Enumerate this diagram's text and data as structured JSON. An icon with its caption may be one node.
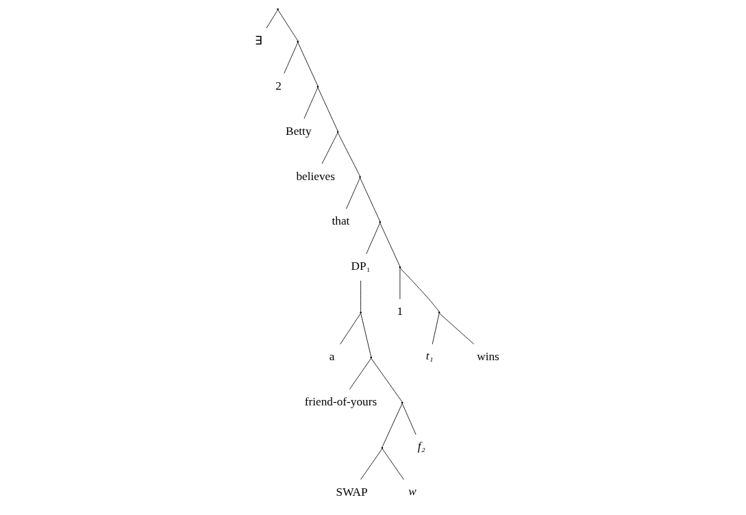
{
  "diagram": {
    "nodes": [
      {
        "text": [],
        "shape": "point"
      },
      {
        "text": [
          "∃"
        ]
      },
      {
        "text": [],
        "shape": "point"
      },
      {
        "text": [
          "2"
        ]
      },
      {
        "text": [],
        "shape": "point"
      },
      {
        "text": [
          "Betty"
        ]
      },
      {
        "text": [],
        "shape": "point"
      },
      {
        "text": [
          "believes"
        ]
      },
      {
        "text": [],
        "shape": "point"
      },
      {
        "text": [
          "that"
        ]
      },
      {
        "text": [],
        "shape": "point"
      },
      {
        "text": [
          "DP₁"
        ]
      },
      {
        "text": [],
        "shape": "point"
      },
      {
        "text": [
          "a"
        ]
      },
      {
        "text": [],
        "shape": "point"
      },
      {
        "text": [
          "friend-of-yours"
        ]
      },
      {
        "text": [],
        "shape": "point"
      },
      {
        "text": [],
        "shape": "point"
      },
      {
        "text": [
          "SWAP"
        ]
      },
      {
        "text": [
          "w"
        ]
      },
      {
        "text": [
          "f₂"
        ]
      },
      {
        "text": [],
        "shape": "point"
      },
      {
        "text": [
          "1"
        ]
      },
      {
        "text": [],
        "shape": "point"
      },
      {
        "text": [
          "t₁"
        ]
      },
      {
        "text": [
          "wins"
        ]
      }
    ],
    "edges": [
      {
        "from": 0,
        "to": 1,
        "arrow": "none"
      },
      {
        "from": 0,
        "to": 2,
        "arrow": "none"
      },
      {
        "from": 2,
        "to": 3,
        "arrow": "none"
      },
      {
        "from": 2,
        "to": 4,
        "arrow": "none"
      },
      {
        "from": 4,
        "to": 5,
        "arrow": "none"
      },
      {
        "from": 4,
        "to": 6,
        "arrow": "none"
      },
      {
        "from": 6,
        "to": 7,
        "arrow": "none"
      },
      {
        "from": 6,
        "to": 8,
        "arrow": "none"
      },
      {
        "from": 8,
        "to": 9,
        "arrow": "none"
      },
      {
        "from": 8,
        "to": 10,
        "arrow": "none"
      },
      {
        "from": 10,
        "to": 11,
        "arrow": "none"
      },
      {
        "from": 10,
        "to": 21,
        "arrow": "none"
      },
      {
        "from": 11,
        "to": 12,
        "arrow": "none"
      },
      {
        "from": 12,
        "to": 13,
        "arrow": "none"
      },
      {
        "from": 12,
        "to": 14,
        "arrow": "none"
      },
      {
        "from": 14,
        "to": 15,
        "arrow": "none"
      },
      {
        "from": 14,
        "to": 16,
        "arrow": "none"
      },
      {
        "from": 16,
        "to": 17,
        "arrow": "none"
      },
      {
        "from": 16,
        "to": 20,
        "arrow": "none"
      },
      {
        "from": 17,
        "to": 18,
        "arrow": "none"
      },
      {
        "from": 17,
        "to": 19,
        "arrow": "none"
      },
      {
        "from": 21,
        "to": 22,
        "arrow": "none"
      },
      {
        "from": 21,
        "to": 23,
        "arrow": "none"
      },
      {
        "from": 23,
        "to": 24,
        "arrow": "none"
      },
      {
        "from": 23,
        "to": 25,
        "arrow": "none"
      }
    ]
  }
}
